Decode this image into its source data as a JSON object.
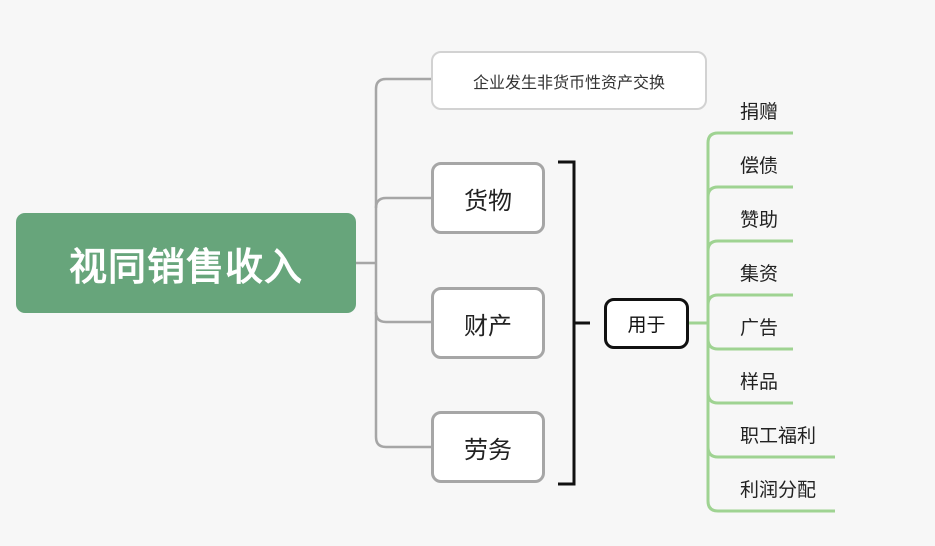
{
  "root": {
    "label": "视同销售收入"
  },
  "note": {
    "label": "企业发生非货币性资产交换"
  },
  "branches": [
    {
      "label": "货物"
    },
    {
      "label": "财产"
    },
    {
      "label": "劳务"
    }
  ],
  "usage": {
    "label": "用于"
  },
  "uses": [
    {
      "label": "捐赠"
    },
    {
      "label": "偿债"
    },
    {
      "label": "赞助"
    },
    {
      "label": "集资"
    },
    {
      "label": "广告"
    },
    {
      "label": "样品"
    },
    {
      "label": "职工福利"
    },
    {
      "label": "利润分配"
    }
  ],
  "colors": {
    "root_fill": "#67a57b",
    "branch_line": "#a6a6a6",
    "note_border": "#d2d2d2",
    "bracket": "#111111",
    "leaf_line": "#9fd392",
    "background": "#f7f7f7"
  }
}
